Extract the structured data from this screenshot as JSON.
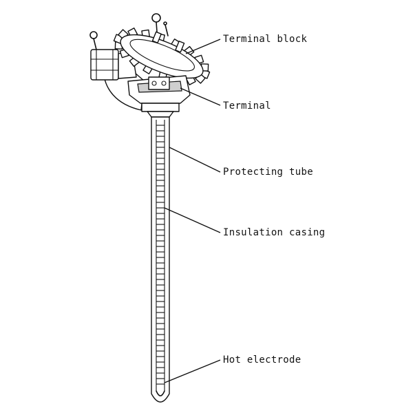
{
  "labels": {
    "terminal_block": "Terminal block",
    "terminal": "Terminal",
    "protecting_tube": "Protecting tube",
    "insulation_casing": "Insulation casing",
    "hot_electrode": "Hot electrode"
  }
}
